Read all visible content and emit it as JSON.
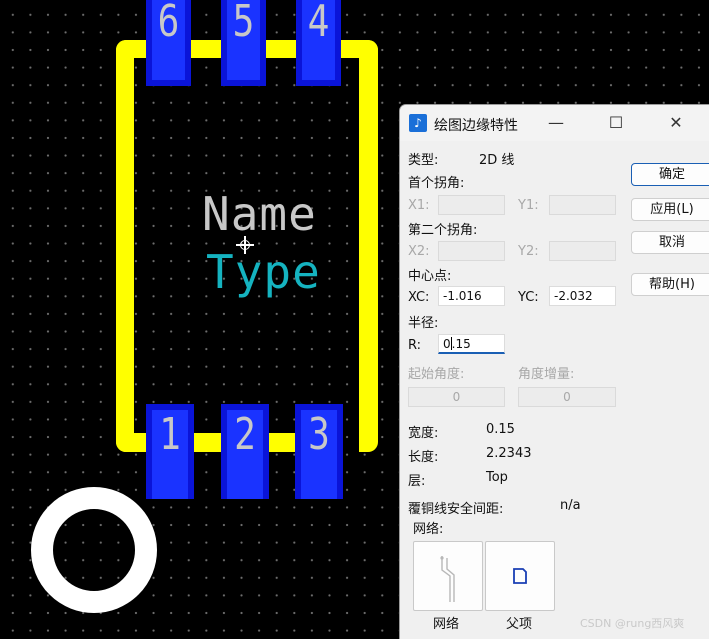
{
  "pcb": {
    "pins_top": [
      "6",
      "5",
      "4"
    ],
    "pins_bottom": [
      "1",
      "2",
      "3"
    ],
    "silk_name": "Name",
    "silk_type": "Type",
    "colors": {
      "outline": "#ffff00",
      "pad": "#1a33ff",
      "name_text": "#c8c8c8",
      "type_text": "#15b3c0"
    }
  },
  "dialog": {
    "title": "绘图边缘特性",
    "type_label": "类型:",
    "type_value": "2D 线",
    "first_corner_label": "首个拐角:",
    "x1_label": "X1:",
    "y1_label": "Y1:",
    "second_corner_label": "第二个拐角:",
    "x2_label": "X2:",
    "y2_label": "Y2:",
    "center_label": "中心点:",
    "xc_label": "XC:",
    "xc_value": "-1.016",
    "yc_label": "YC:",
    "yc_value": "-2.032",
    "radius_label": "半径:",
    "r_label": "R:",
    "r_value_before_caret": "0",
    "r_value_after_caret": ".15",
    "start_angle_label": "起始角度:",
    "start_angle_value": "0",
    "angle_increment_label": "角度增量:",
    "angle_increment_value": "0",
    "width_label": "宽度:",
    "width_value": "0.15",
    "length_label": "长度:",
    "length_value": "2.2343",
    "layer_label": "层:",
    "layer_value": "Top",
    "copper_clearance_label": "覆铜线安全间距:",
    "copper_clearance_value": "n/a",
    "net_label": "网络:",
    "buttons": {
      "ok": "确定",
      "apply": "应用(L)",
      "cancel": "取消",
      "help": "帮助(H)",
      "net": "网络",
      "parent": "父项"
    }
  },
  "watermark": "CSDN @rung西风爽"
}
